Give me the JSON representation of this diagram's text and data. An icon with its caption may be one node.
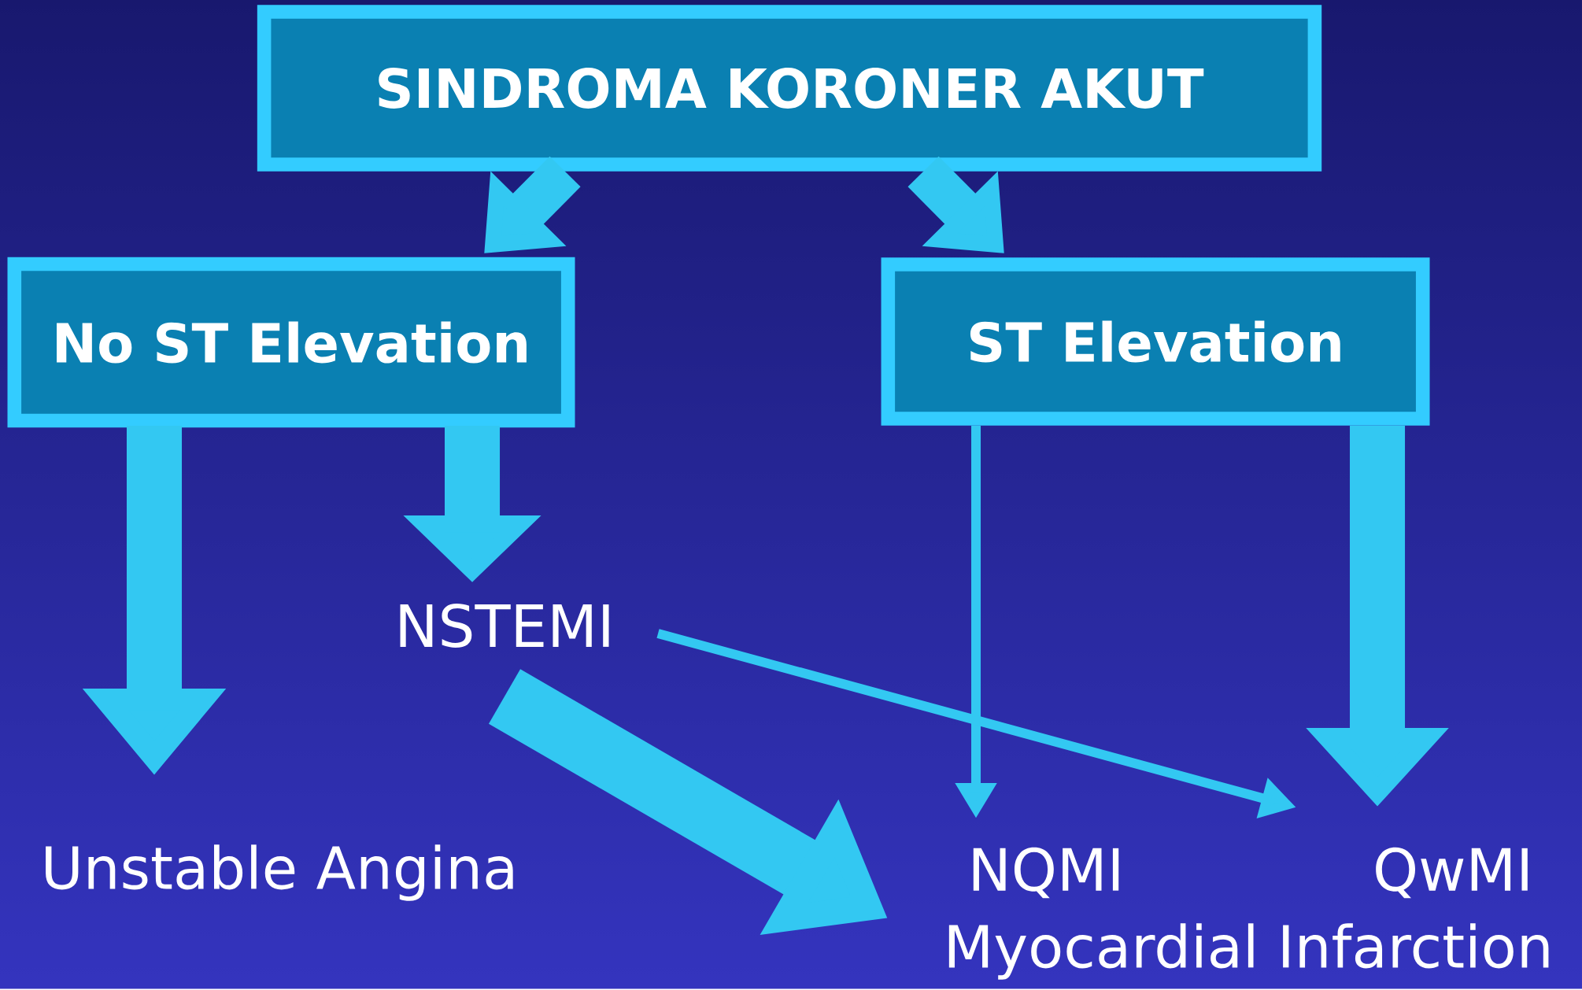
{
  "diagram": {
    "nodes": [
      {
        "text": [
          "SINDROMA KORONER AKUT"
        ]
      },
      {
        "text": [
          "No ST Elevation"
        ]
      },
      {
        "text": [
          "ST Elevation"
        ]
      },
      {
        "text": [
          "NSTEMI"
        ]
      },
      {
        "text": [
          "Unstable Angina"
        ]
      },
      {
        "text": [
          "NQMI"
        ]
      },
      {
        "text": [
          "QwMI"
        ]
      },
      {
        "text": [
          "Myocardial Infarction"
        ]
      }
    ],
    "edges": [
      {
        "from": 0,
        "to": 1,
        "arrow": "to"
      },
      {
        "from": 0,
        "to": 2,
        "arrow": "to"
      },
      {
        "from": 1,
        "to": 4,
        "arrow": "to"
      },
      {
        "from": 1,
        "to": 3,
        "arrow": "to"
      },
      {
        "from": 2,
        "to": 5,
        "arrow": "to"
      },
      {
        "from": 2,
        "to": 6,
        "arrow": "to"
      },
      {
        "from": 3,
        "to": 6,
        "arrow": "to"
      },
      {
        "from": 3,
        "to": 7,
        "arrow": "to"
      }
    ]
  }
}
